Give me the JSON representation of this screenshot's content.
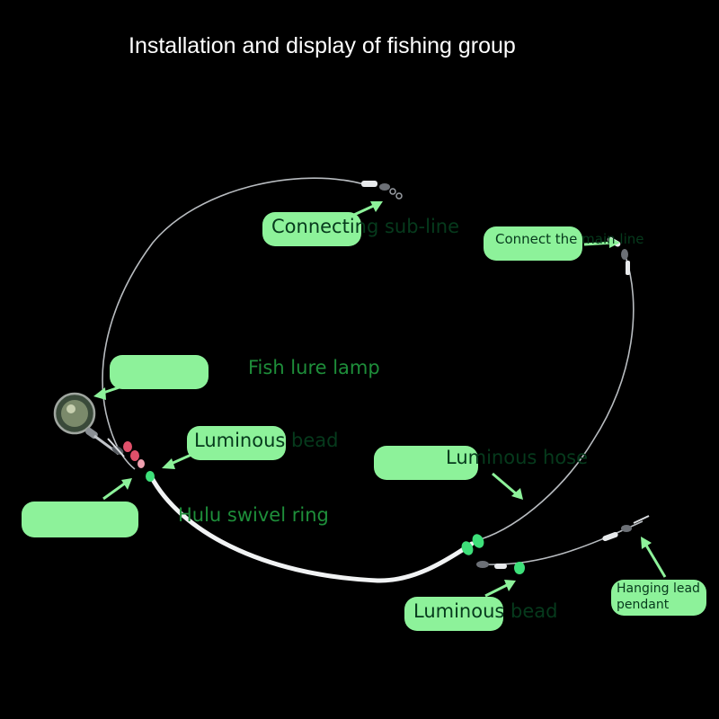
{
  "title": "Installation and display of fishing group",
  "labels": {
    "connecting_sub_line": "Connecting sub-line",
    "connect_main_line": "Connect the main line",
    "fish_lure_lamp": "Fish lure lamp",
    "luminous_bead_upper": "Luminous bead",
    "hulu_swivel_ring": "Hulu swivel ring",
    "luminous_hose": "Luminous hose",
    "luminous_bead_lower": "Luminous bead",
    "hanging_lead_pendant": "Hanging lead pendant"
  },
  "colors": {
    "background": "#000000",
    "label_pill": "#8df29a",
    "label_text_dark": "#063a1c",
    "label_text_green": "#1e8e3a",
    "arrow": "#8df29a",
    "line": "#b8bcc0",
    "hose": "#f1f3f4",
    "bead_red": "#e0506a",
    "bead_green": "#3ee07a"
  },
  "icons": [
    "fish-lure-lamp-icon",
    "swivel-icon",
    "snap-clip-icon"
  ]
}
